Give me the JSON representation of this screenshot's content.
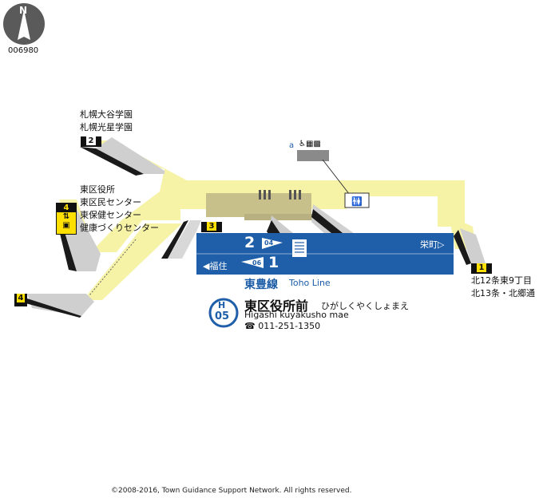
{
  "map_id": "006980",
  "compass": {
    "label": "N"
  },
  "exits": [
    {
      "number": "1",
      "lines": [
        "北12条東9丁目",
        "北13条・北郷通"
      ]
    },
    {
      "number": "2",
      "lines": [
        "札幌大谷学園",
        "札幌光星学園"
      ]
    },
    {
      "number": "3",
      "lines": []
    },
    {
      "number": "4",
      "lines": []
    },
    {
      "number": "4",
      "elevator": "yes",
      "lines": [
        "東区役所",
        "東区民センター",
        "東保健センター",
        "健康づくりセンター"
      ]
    }
  ],
  "facility_label": "a",
  "platform": {
    "track_upper": "2",
    "track_lower": "1",
    "car_upper": "04",
    "car_lower": "06",
    "left_direction": "◀福住",
    "right_direction": "栄町▷"
  },
  "line": {
    "name_ja": "東豊線",
    "name_en": "Toho Line",
    "color": "#1f5ea8"
  },
  "station": {
    "code_letter": "H",
    "code_number": "05",
    "name_ja": "東区役所前",
    "name_kana": "ひがしくやくしょまえ",
    "name_en": "Higashi kuyakusho mae",
    "phone": "011-251-1350"
  },
  "copyright": "2008-2016, Town Guidance Support Network. All rights reserved."
}
